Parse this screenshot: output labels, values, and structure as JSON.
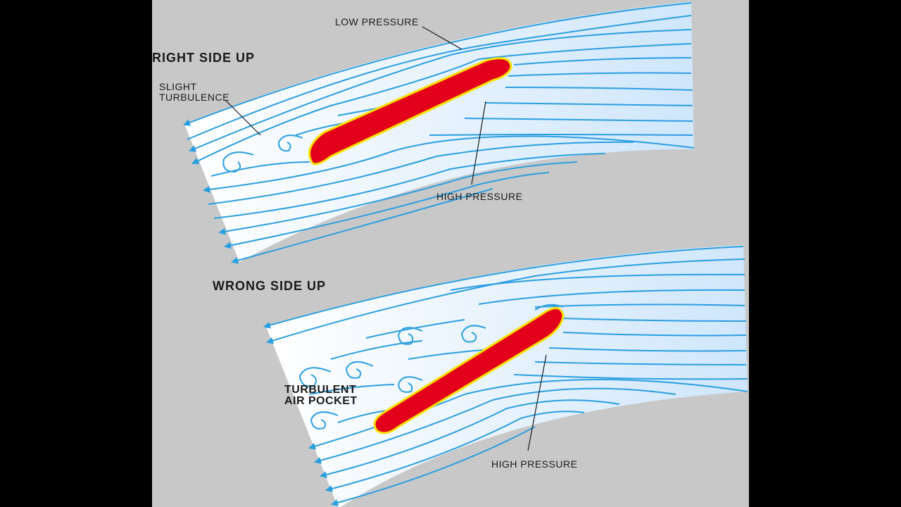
{
  "colors": {
    "background": "#000000",
    "panel": "#c8c8c8",
    "airflow_fill": "#eaf4fd",
    "streamline": "#2a9fe0",
    "airfoil": "#e3001b",
    "airfoil_edge": "#f7e000",
    "label_text": "#1a1a1a"
  },
  "top": {
    "title": "RIGHT SIDE UP",
    "low_pressure": "LOW PRESSURE",
    "turbulence_line1": "SLIGHT",
    "turbulence_line2": "TURBULENCE",
    "high_pressure": "HIGH PRESSURE"
  },
  "bottom": {
    "title": "WRONG SIDE UP",
    "pocket_line1": "TURBULENT",
    "pocket_line2": "AIR POCKET",
    "high_pressure": "HIGH PRESSURE"
  }
}
